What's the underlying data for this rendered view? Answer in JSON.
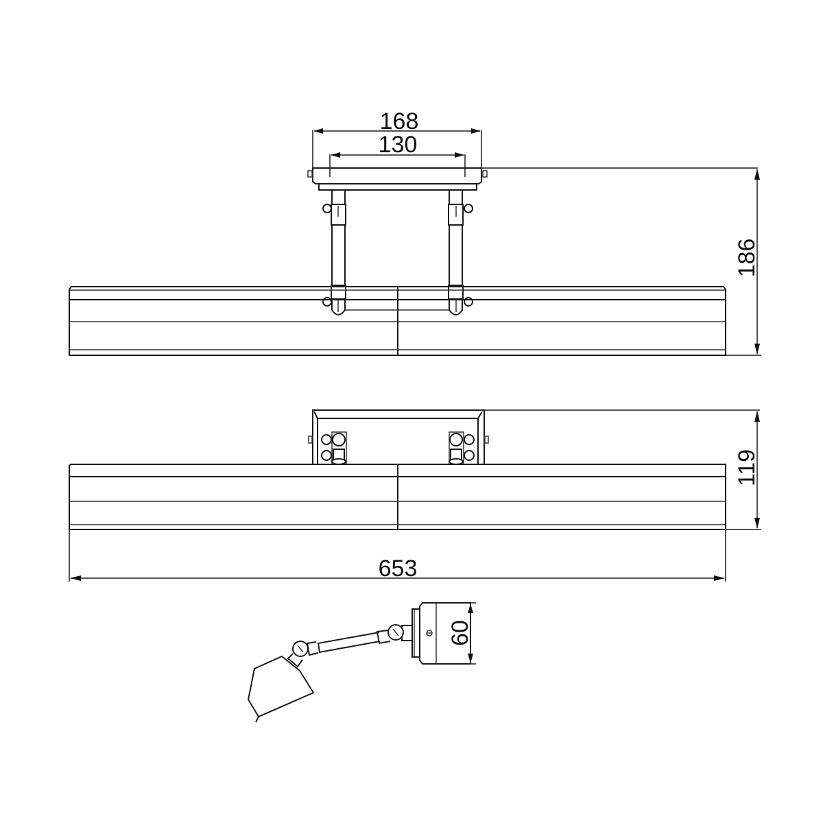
{
  "drawing": {
    "type": "technical dimension drawing",
    "subject": "picture light",
    "units": "mm",
    "line_color": "#1a1a1a",
    "background": "#ffffff"
  },
  "views": {
    "top_view": {
      "dimensions": {
        "bracket_outer_width": "168",
        "bracket_inner_width": "130",
        "overall_depth": "186"
      }
    },
    "front_view": {
      "dimensions": {
        "overall_height": "119",
        "overall_width": "653"
      }
    },
    "side_view": {
      "dimensions": {
        "backplate_diameter": "60"
      }
    }
  }
}
